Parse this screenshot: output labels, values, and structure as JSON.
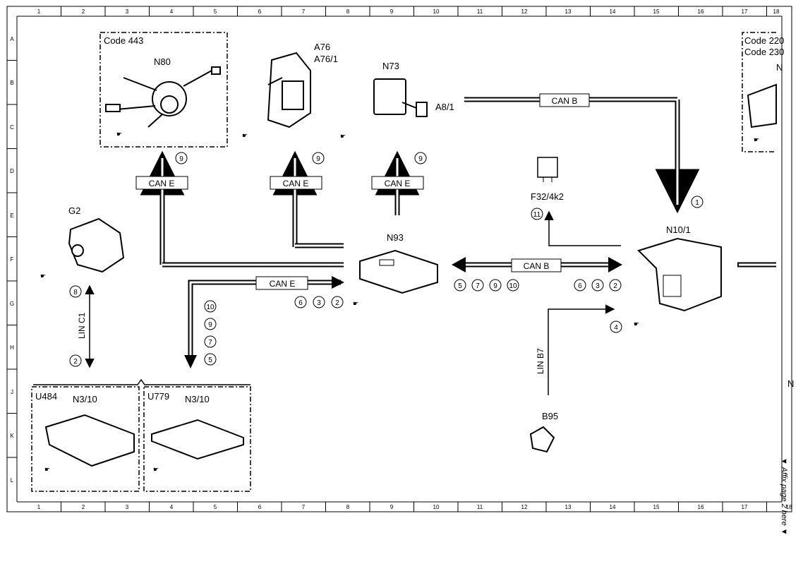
{
  "grid": {
    "columns": [
      "1",
      "2",
      "3",
      "4",
      "5",
      "6",
      "7",
      "8",
      "9",
      "10",
      "11",
      "12",
      "13",
      "14",
      "15",
      "16",
      "17",
      "18"
    ],
    "rows": [
      "A",
      "B",
      "C",
      "D",
      "E",
      "F",
      "G",
      "H",
      "J",
      "K",
      "L"
    ]
  },
  "groups": {
    "code443": "Code 443",
    "code220": "Code 220",
    "code230": "Code 230",
    "u484": "U484",
    "u779": "U779"
  },
  "components": {
    "n80": "N80",
    "a76": "A76",
    "a76_1": "A76/1",
    "n73": "N73",
    "a8_1": "A8/1",
    "n93": "N93",
    "n10_1": "N10/1",
    "g2": "G2",
    "f32": "F32/4k2",
    "b95": "B95",
    "n3_10_a": "N3/10",
    "n3_10_b": "N3/10",
    "n_partial_right": "N",
    "n_partial_right2": "N"
  },
  "buses": {
    "can_e_1": "CAN E",
    "can_e_2": "CAN E",
    "can_e_3": "CAN E",
    "can_e_4": "CAN E",
    "can_b_1": "CAN B",
    "can_b_2": "CAN B",
    "lin_c1": "LIN C1",
    "lin_b7": "LIN B7"
  },
  "callouts": {
    "n80_9": "9",
    "a76_9": "9",
    "n73_9": "9",
    "n10_1": "1",
    "f32_11": "11",
    "g2_8": "8",
    "g2_2": "2",
    "n93_in_6": "6",
    "n93_in_3": "3",
    "n93_in_2": "2",
    "n3_10": "10",
    "n3_9": "9",
    "n3_7": "7",
    "n3_5": "5",
    "canb_l_5": "5",
    "canb_l_7": "7",
    "canb_l_9": "9",
    "canb_l_10": "10",
    "canb_r_6": "6",
    "canb_r_3": "3",
    "canb_r_2": "2",
    "linb7_4": "4"
  },
  "side_note": "▼ Affix page 2 here ▼"
}
